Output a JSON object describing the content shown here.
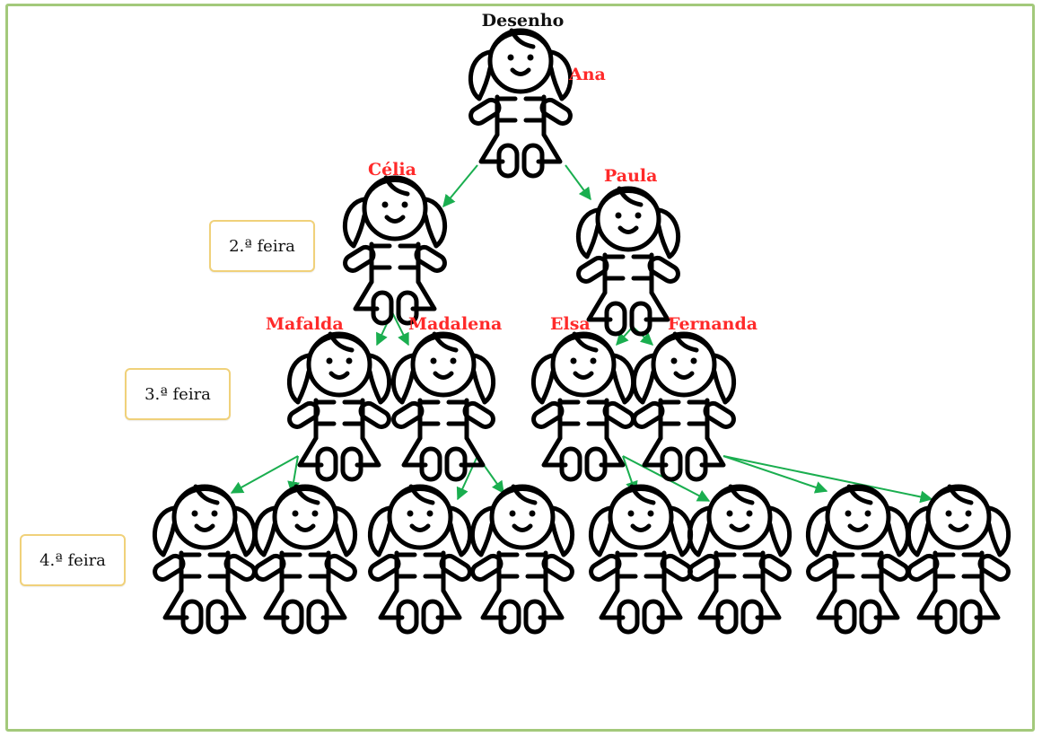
{
  "title": "Desenho",
  "days": {
    "monday": "2.ª feira",
    "tuesday": "3.ª feira",
    "wednesday": "4.ª feira"
  },
  "names": {
    "ana": "Ana",
    "celia": "Célia",
    "paula": "Paula",
    "mafalda": "Mafalda",
    "madalena": "Madalena",
    "elsa": "Elsa",
    "fernanda": "Fernanda"
  },
  "colors": {
    "name_text": "#ff2a2a",
    "arrow": "#1aae4f",
    "day_border": "#f0d17a",
    "frame": "#a3c97b"
  },
  "icon": "girl-doll-icon"
}
